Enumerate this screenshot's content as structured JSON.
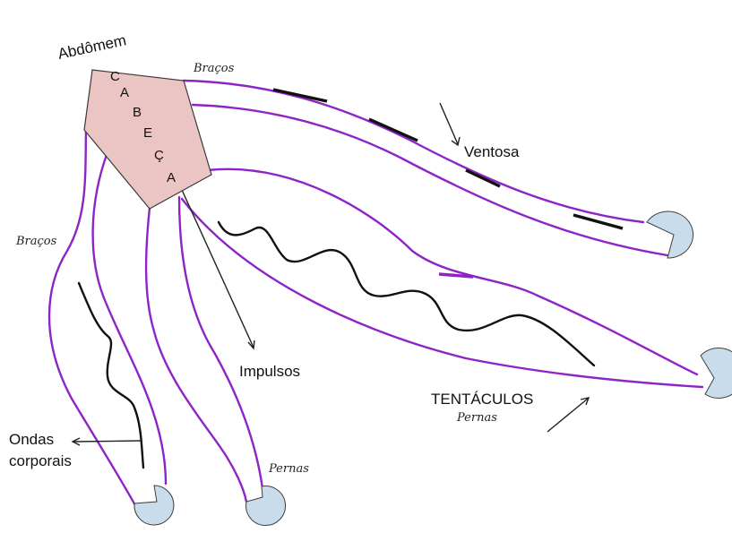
{
  "labels": {
    "abdomen": "Abdômem",
    "head_letters": [
      "C",
      "A",
      "B",
      "E",
      "Ç",
      "A"
    ],
    "arms_top": "Braços",
    "arms_left": "Braços",
    "sucker": "Ventosa",
    "impulses": "Impulsos",
    "tentacles": "TENTÁCULOS",
    "legs_right": "Pernas",
    "legs_bottom": "Pernas",
    "body_waves_line1": "Ondas",
    "body_waves_line2": "corporais"
  },
  "colors": {
    "head_fill": "#ebc4c4",
    "head_stroke": "#3a3a3a",
    "limb": "#8e24c8",
    "sucker": "#c9dcec",
    "wave": "#111111"
  }
}
